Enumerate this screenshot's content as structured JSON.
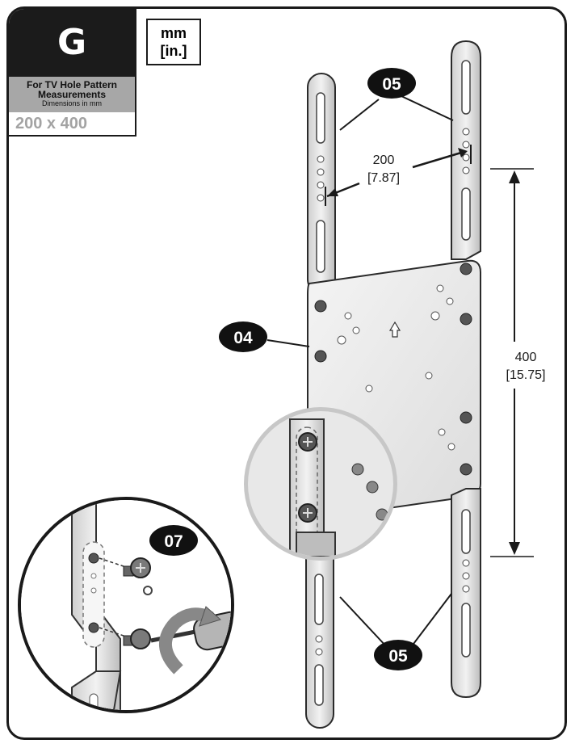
{
  "step": {
    "letter": "G",
    "title_line1": "For TV Hole Pattern",
    "title_line2": "Measurements",
    "title_line3": "Dimensions in mm",
    "pattern": "200 x 400"
  },
  "units": {
    "line1": "mm",
    "line2": "[in.]"
  },
  "callouts": {
    "bracket": "05",
    "plate": "04",
    "screw": "07"
  },
  "dimensions": {
    "horizontal": {
      "mm": "200",
      "in": "[7.87]"
    },
    "vertical": {
      "mm": "400",
      "in": "[15.75]"
    }
  }
}
